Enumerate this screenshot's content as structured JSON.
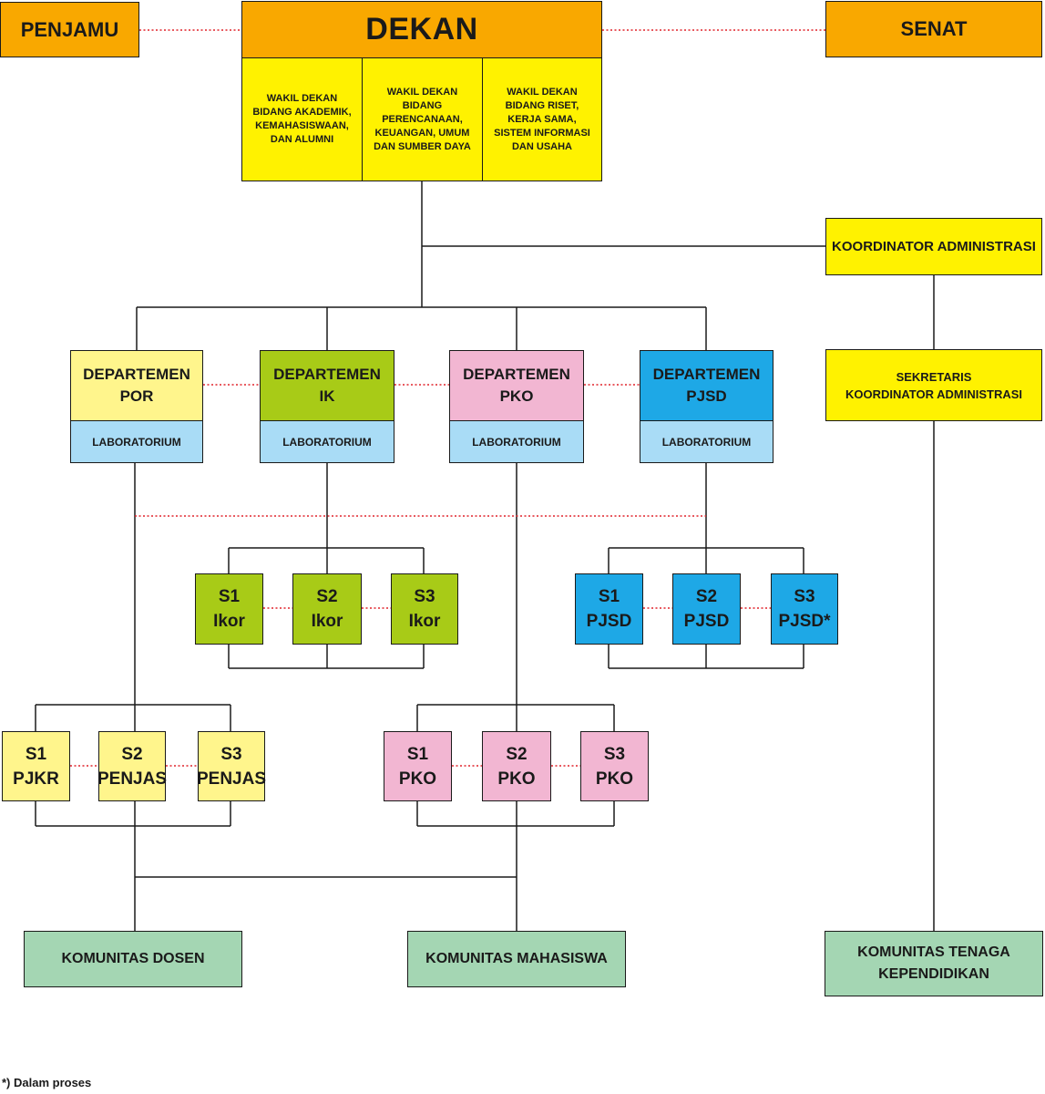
{
  "top": {
    "penjamu": "PENJAMU",
    "dekan": "DEKAN",
    "senat": "SENAT"
  },
  "wakil": [
    "WAKIL DEKAN\nBIDANG AKADEMIK,\nKEMAHASISWAAN,\nDAN ALUMNI",
    "WAKIL DEKAN\nBIDANG PERENCANAAN,\nKEUANGAN, UMUM\nDAN SUMBER DAYA",
    "WAKIL DEKAN\nBIDANG RISET,\nKERJA SAMA,\nSISTEM INFORMASI\nDAN USAHA"
  ],
  "admin": {
    "koordinator": "KOORDINATOR ADMINISTRASI",
    "sekretaris": "SEKRETARIS\nKOORDINATOR ADMINISTRASI"
  },
  "departments": [
    {
      "name": "DEPARTEMEN\nPOR",
      "lab": "LABORATORIUM"
    },
    {
      "name": "DEPARTEMEN\nIK",
      "lab": "LABORATORIUM"
    },
    {
      "name": "DEPARTEMEN\nPKO",
      "lab": "LABORATORIUM"
    },
    {
      "name": "DEPARTEMEN\nPJSD",
      "lab": "LABORATORIUM"
    }
  ],
  "programs": {
    "ik": [
      "S1\nIkor",
      "S2\nIkor",
      "S3\nIkor"
    ],
    "pjsd": [
      "S1\nPJSD",
      "S2\nPJSD",
      "S3\nPJSD*"
    ],
    "por": [
      "S1\nPJKR",
      "S2\nPENJAS",
      "S3\nPENJAS"
    ],
    "pko": [
      "S1\nPKO",
      "S2\nPKO",
      "S3\nPKO"
    ]
  },
  "communities": {
    "dosen": "KOMUNITAS DOSEN",
    "mahasiswa": "KOMUNITAS MAHASISWA",
    "tendik": "KOMUNITAS TENAGA\nKEPENDIDIKAN"
  },
  "footnote": "*) Dalam proses",
  "colors": {
    "orange": "#f9a800",
    "yellow": "#fff200",
    "light_yellow": "#fff58c",
    "lime": "#a8cb17",
    "pink": "#f2b6d2",
    "blue": "#1ea8e6",
    "light_blue": "#a9dcf6",
    "mint": "#a4d6b3",
    "dotted_link": "#e0232b"
  }
}
